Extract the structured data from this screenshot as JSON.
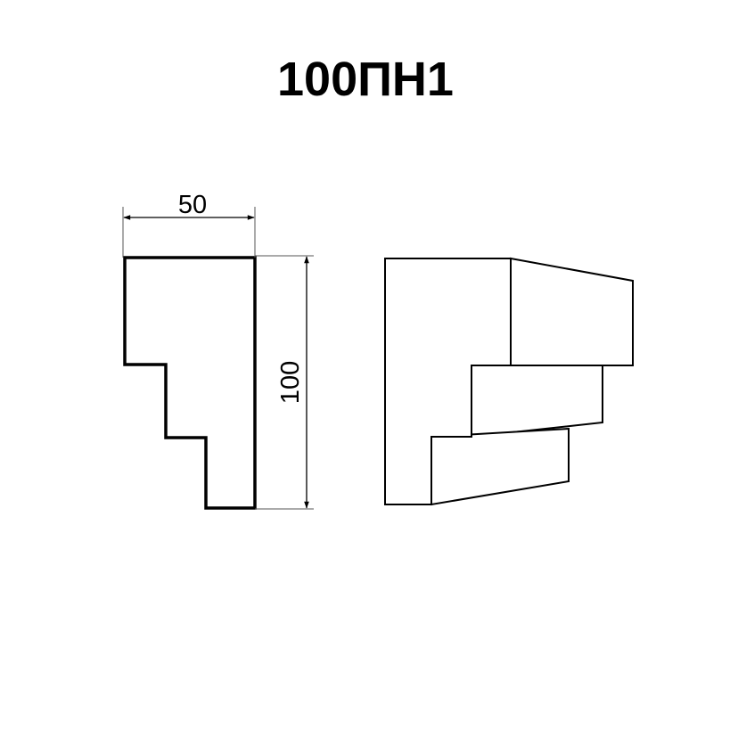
{
  "title": "100ПН1",
  "dimensions": {
    "width_label": "50",
    "height_label": "100"
  },
  "colors": {
    "line": "#000000",
    "extension_line": "#555555",
    "background": "#ffffff"
  }
}
